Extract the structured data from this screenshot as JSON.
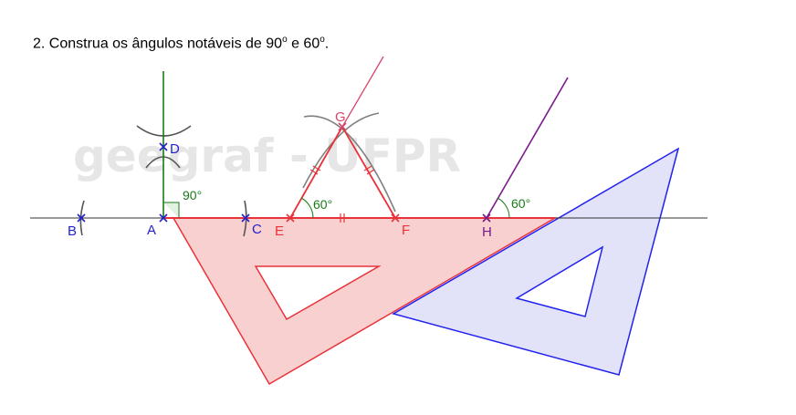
{
  "instruction": {
    "prefix": "2. Construa os ângulos notáveis de 90",
    "sup1": "o",
    "middle": " e 60",
    "sup2": "o",
    "suffix": "."
  },
  "watermark": "geegraf - UFPR",
  "points": {
    "A": "A",
    "B": "B",
    "C": "C",
    "D": "D",
    "E": "E",
    "F": "F",
    "G": "G",
    "H": "H"
  },
  "angles": {
    "right_angle": "90°",
    "equilateral_angle": "60°",
    "parallel_angle": "60°"
  },
  "colors": {
    "blue": "#2222cc",
    "green": "#1a7a1a",
    "red": "#e8333a",
    "pink_line": "#d6456a",
    "purple": "#7a1a8a",
    "red_square_fill": "#f9d0d0",
    "blue_square_fill": "#e2e2f8",
    "arc_gray": "#808080"
  }
}
